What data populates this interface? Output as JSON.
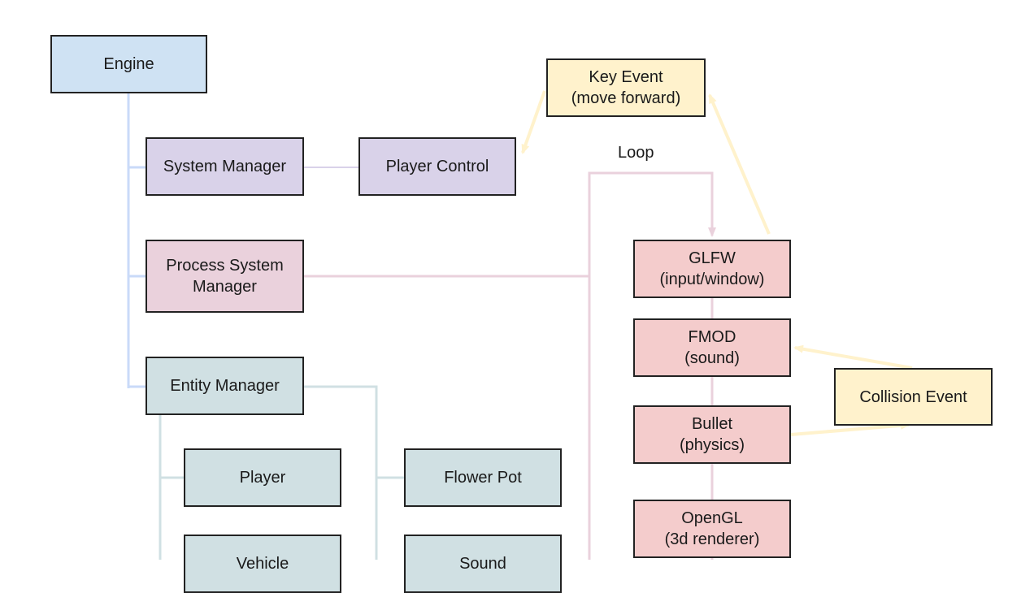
{
  "colors": {
    "engine": "#cfe2f3",
    "system": "#d9d2e9",
    "process": "#ead1dc",
    "entity": "#d0e0e3",
    "subsystem": "#f4cccc",
    "event": "#fff2cc",
    "line_blue": "#c9daf8",
    "line_purple": "#d9d2e9",
    "line_pink": "#ead1dc",
    "line_grey": "#d0e0e3",
    "line_yellow": "#fff2cc"
  },
  "nodes": {
    "engine": "Engine",
    "system_manager": "System Manager",
    "player_control": "Player Control",
    "process_system_manager": "Process System\nManager",
    "entity_manager": "Entity Manager",
    "player": "Player",
    "flower_pot": "Flower Pot",
    "vehicle": "Vehicle",
    "sound": "Sound",
    "glfw": "GLFW\n(input/window)",
    "fmod": "FMOD\n(sound)",
    "bullet": "Bullet\n(physics)",
    "opengl": "OpenGL\n(3d renderer)",
    "key_event": "Key Event\n(move forward)",
    "collision_event": "Collision Event"
  },
  "labels": {
    "loop": "Loop"
  }
}
